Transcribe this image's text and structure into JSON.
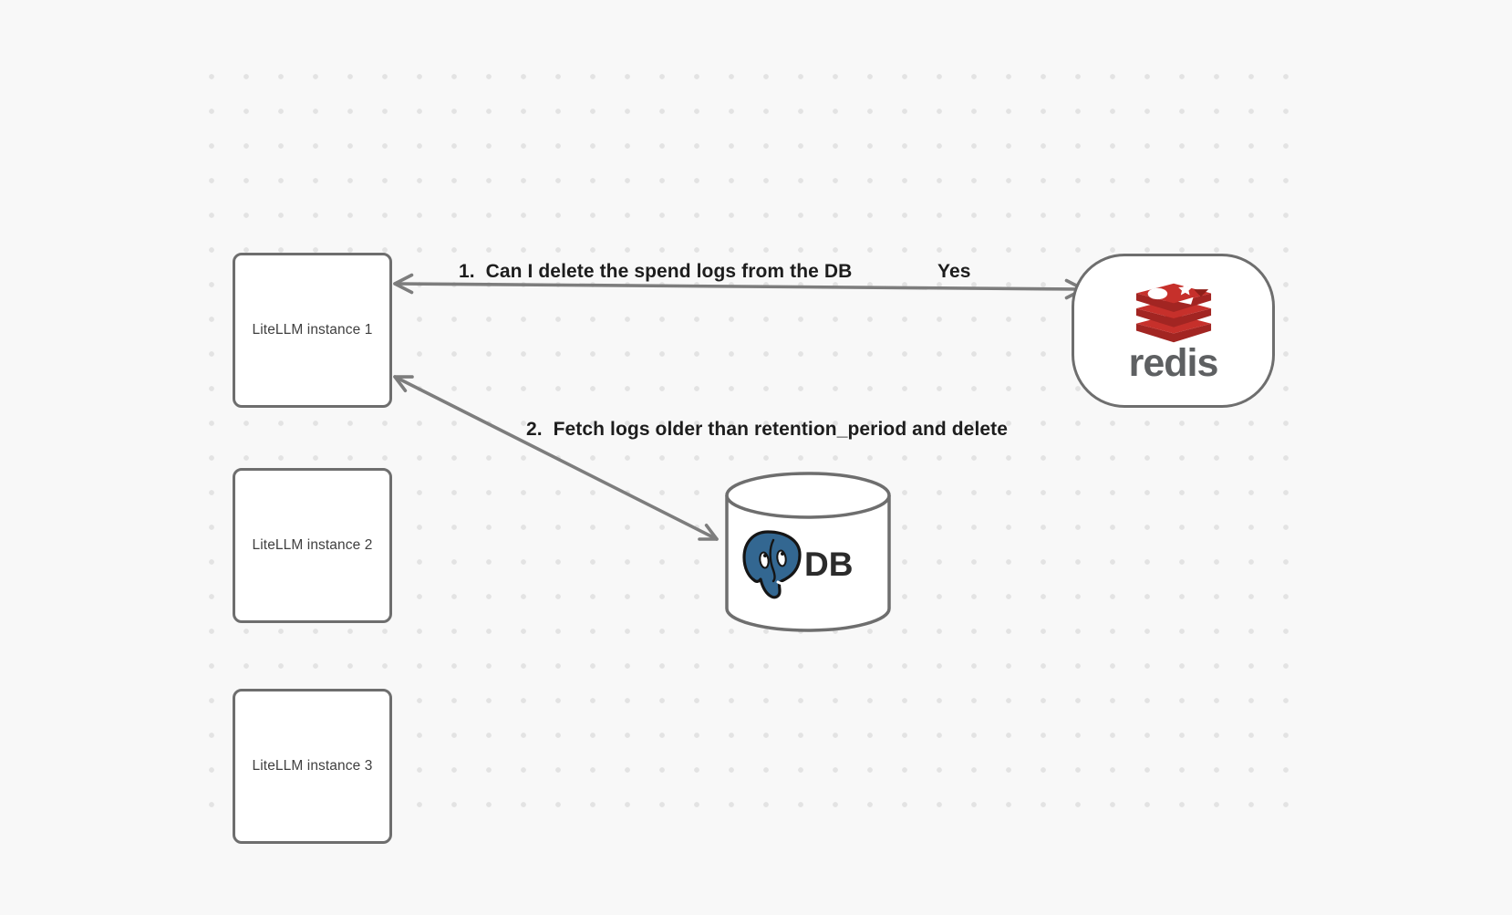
{
  "canvas": {
    "background_color": "#f8f8f8",
    "dot_color": "#e3e3e3"
  },
  "nodes": {
    "instance1": {
      "label": "LiteLLM instance 1"
    },
    "instance2": {
      "label": "LiteLLM instance 2"
    },
    "instance3": {
      "label": "LiteLLM instance 3"
    },
    "redis": {
      "label": "redis",
      "icon": "redis-stack-icon"
    },
    "db": {
      "label": "DB",
      "icon": "postgresql-elephant-icon"
    }
  },
  "edges": {
    "edge1": {
      "label": "1.  Can I delete the spend logs from the DB",
      "response": "Yes",
      "from": "redis",
      "to": "instance1"
    },
    "edge2": {
      "label": "2.  Fetch logs older than retention_period and delete",
      "from": "db",
      "to": "instance1"
    }
  },
  "colors": {
    "node_border": "#6e6e6e",
    "arrow": "#7d7d7d",
    "label_text": "#1d1d1d",
    "box_text": "#3f3f3f",
    "redis_red": "#c6302b",
    "redis_red_dark": "#a22522",
    "redis_red_shadow": "#8e1f19",
    "redis_wordmark": "#5e6062",
    "postgres_blue": "#336791",
    "db_text": "#2b2b2b"
  }
}
